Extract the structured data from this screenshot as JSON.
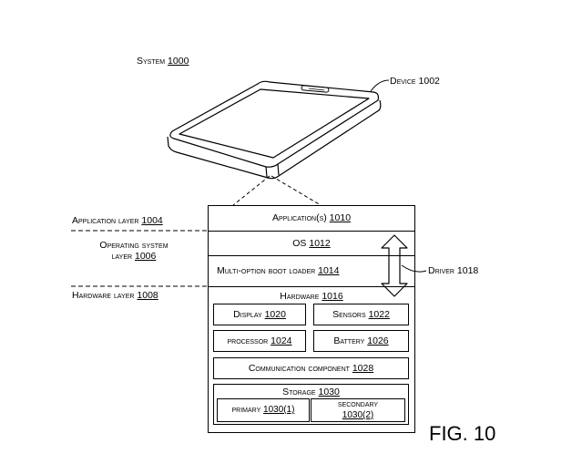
{
  "system": {
    "word": "System",
    "ref": "1000"
  },
  "device": {
    "word": "Device",
    "ref": "1002"
  },
  "layers": {
    "application": {
      "word": "Application layer",
      "ref": "1004"
    },
    "os_line1": "Operating system",
    "os_line2_word": "layer",
    "os_ref": "1006",
    "hardware": {
      "word": "Hardware layer",
      "ref": "1008"
    }
  },
  "stack": {
    "applications": {
      "word": "Application(s)",
      "ref": "1010"
    },
    "os": {
      "word": "OS",
      "ref": "1012"
    },
    "boot_loader": {
      "word": "Multi-option boot loader",
      "ref": "1014"
    },
    "hardware": {
      "word": "Hardware",
      "ref": "1016"
    }
  },
  "driver": {
    "word": "Driver",
    "ref": "1018"
  },
  "hardware_items": {
    "display": {
      "word": "Display",
      "ref": "1020"
    },
    "sensors": {
      "word": "Sensors",
      "ref": "1022"
    },
    "processor": {
      "word": "processor",
      "ref": "1024"
    },
    "battery": {
      "word": "Battery",
      "ref": "1026"
    },
    "communication": {
      "word": "Communication component",
      "ref": "1028"
    }
  },
  "storage": {
    "word": "Storage",
    "ref": "1030",
    "primary": {
      "word": "primary",
      "ref": "1030(1)"
    },
    "secondary": {
      "word": "secondary",
      "ref": "1030(2)"
    }
  },
  "figure_label": "FIG. 10"
}
